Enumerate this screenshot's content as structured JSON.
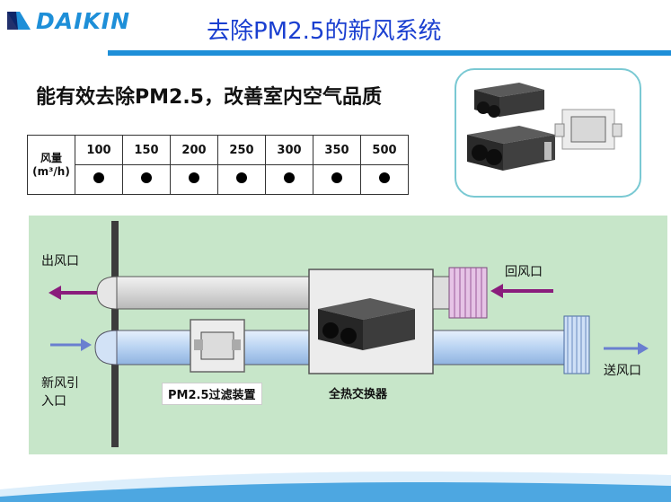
{
  "header": {
    "logo_text": "DAIKIN",
    "title": "去除PM2.5的新风系统",
    "brand_color": "#1e8fd8",
    "title_color": "#1a3fd0"
  },
  "subtitle": "能有效去除PM2.5，改善室内空气品质",
  "spec_table": {
    "header_label": "风量",
    "header_unit": "(m³/h)",
    "columns": [
      "100",
      "150",
      "200",
      "250",
      "300",
      "350",
      "500"
    ]
  },
  "diagram": {
    "exhaust_label": "出风口",
    "return_label": "回风口",
    "fresh_intake_label_line1": "新风引",
    "fresh_intake_label_line2": "入口",
    "supply_label": "送风口",
    "filter_label": "PM2.5过滤装置",
    "exchanger_label": "全热交换器",
    "colors": {
      "background": "#c7e6c9",
      "exhaust_arrow": "#8a1c7c",
      "intake_arrow": "#6a7fd0",
      "fresh_duct": "#b9d3f2",
      "exhaust_duct": "#e4e4e4"
    }
  }
}
